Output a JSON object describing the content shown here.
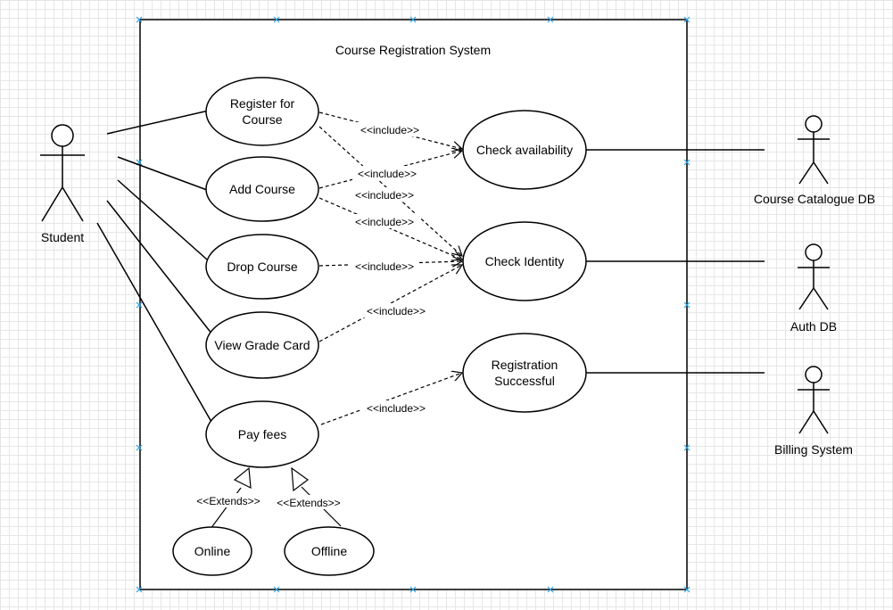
{
  "diagram": {
    "system_title": "Course Registration System",
    "actors": {
      "student": "Student",
      "course_catalogue_db": "Course Catalogue DB",
      "auth_db": "Auth DB",
      "billing_system": "Billing System"
    },
    "use_cases": {
      "register_for_course": [
        "Register for",
        "Course"
      ],
      "add_course": "Add Course",
      "drop_course": "Drop Course",
      "view_grade_card": "View Grade Card",
      "pay_fees": "Pay fees",
      "online": "Online",
      "offline": "Offline",
      "check_availability": "Check availability",
      "check_identity": "Check Identity",
      "registration_successful": [
        "Registration",
        "Successful"
      ]
    },
    "relationship_labels": {
      "include_register_availability": "<<include>>",
      "include_add_availability": "<<include>>",
      "include_register_identity": "<<include>>",
      "include_add_identity": "<<include>>",
      "include_drop_identity": "<<include>>",
      "include_grade_identity": "<<include>>",
      "include_pay_registration": "<<include>>",
      "extends_online": "<<Extends>>",
      "extends_offline": "<<Extends>>"
    }
  }
}
